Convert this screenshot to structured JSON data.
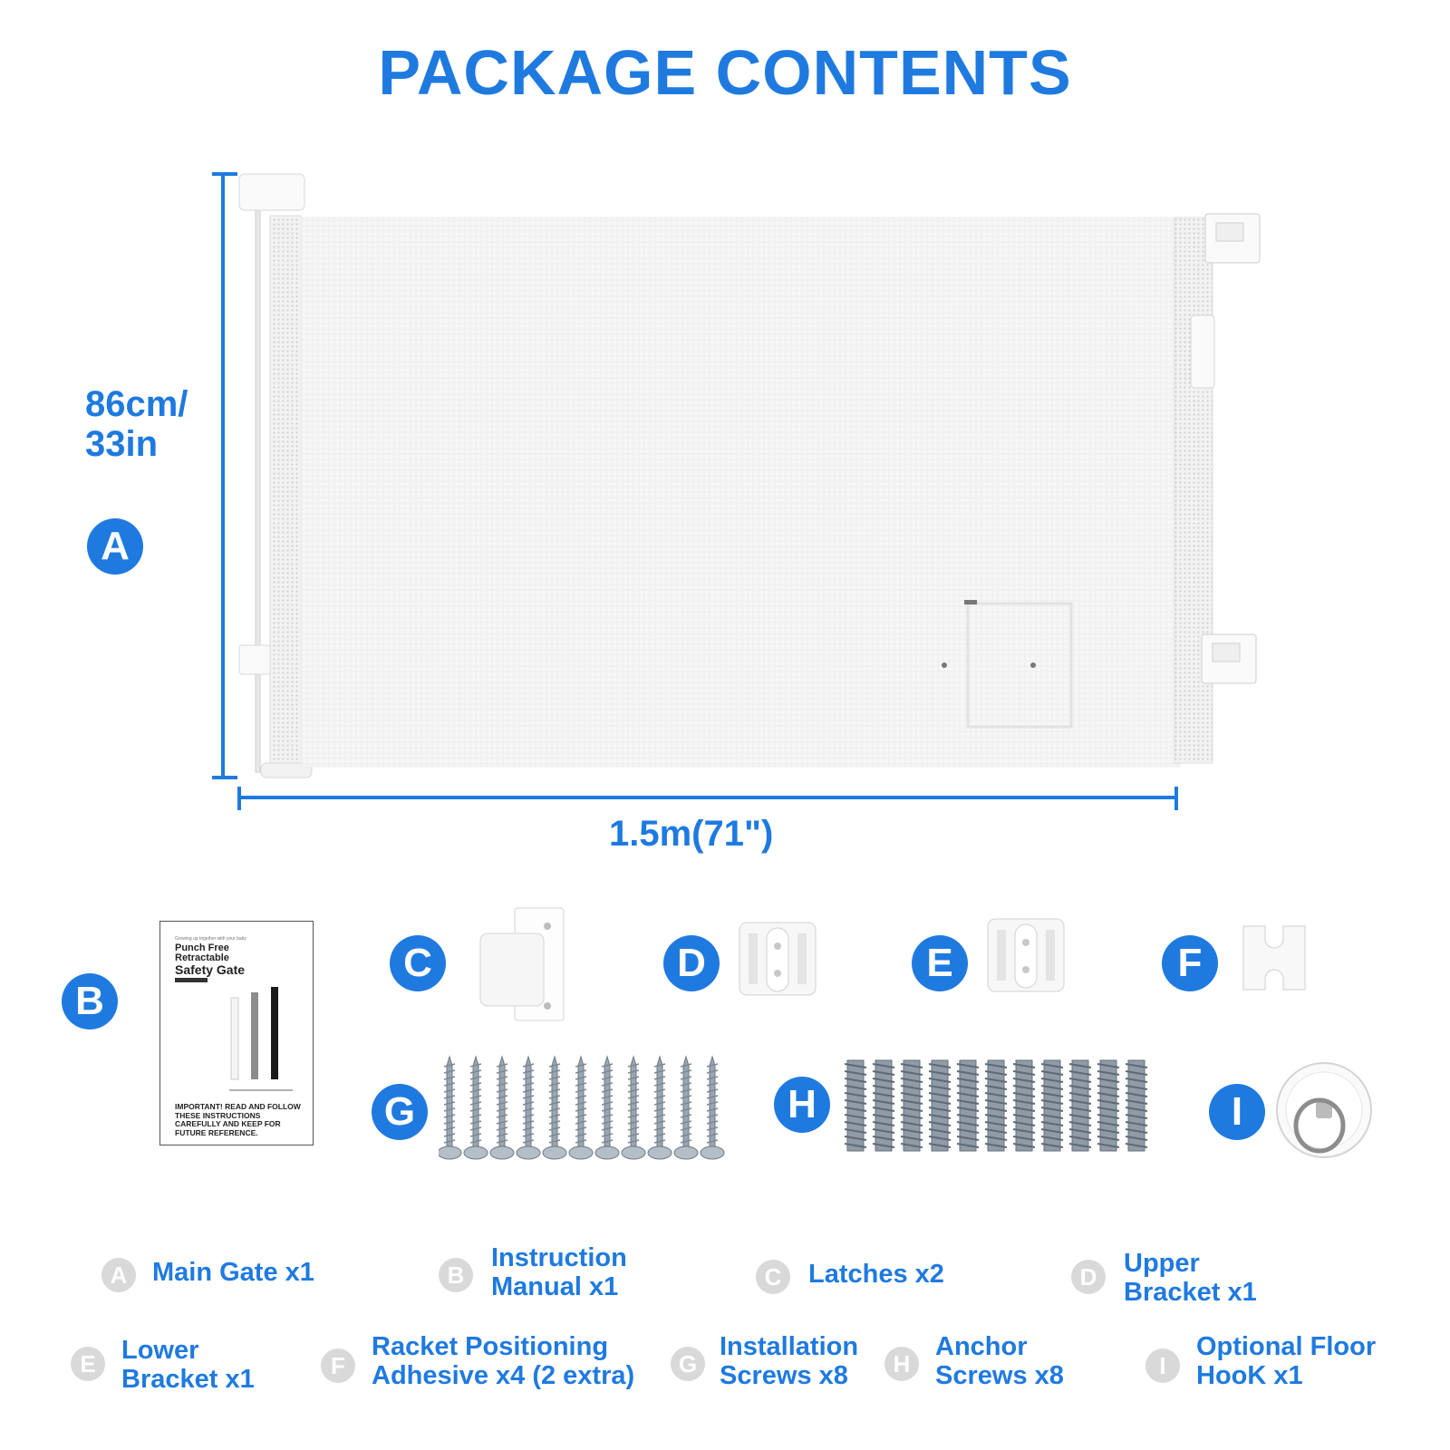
{
  "title": "PACKAGE CONTENTS",
  "dimensions": {
    "height": "86cm/\n33in",
    "width": "1.5m(71\")"
  },
  "badges": [
    "A",
    "B",
    "C",
    "D",
    "E",
    "F",
    "G",
    "H",
    "I"
  ],
  "manual": {
    "tagline": "Growing up together with your baby",
    "title_line1": "Punch Free",
    "title_line2": "Retractable",
    "title_line3": "Safety Gate",
    "note": "IMPORTANT! READ AND FOLLOW THESE INSTRUCTIONS CAREFULLY AND KEEP FOR FUTURE REFERENCE."
  },
  "legend": [
    {
      "letter": "A",
      "label": "Main Gate x1"
    },
    {
      "letter": "B",
      "label": "Instruction\nManual x1"
    },
    {
      "letter": "C",
      "label": "Latches x2"
    },
    {
      "letter": "D",
      "label": "Upper\nBracket x1"
    },
    {
      "letter": "E",
      "label": "Lower\nBracket x1"
    },
    {
      "letter": "F",
      "label": "Racket Positioning\nAdhesive x4 (2 extra)"
    },
    {
      "letter": "G",
      "label": "Installation\nScrews x8"
    },
    {
      "letter": "H",
      "label": "Anchor\nScrews x8"
    },
    {
      "letter": "I",
      "label": "Optional Floor\nHooK x1"
    }
  ],
  "colors": {
    "accent": "#1f7ae0",
    "legend_badge": "#d9d9d9"
  }
}
